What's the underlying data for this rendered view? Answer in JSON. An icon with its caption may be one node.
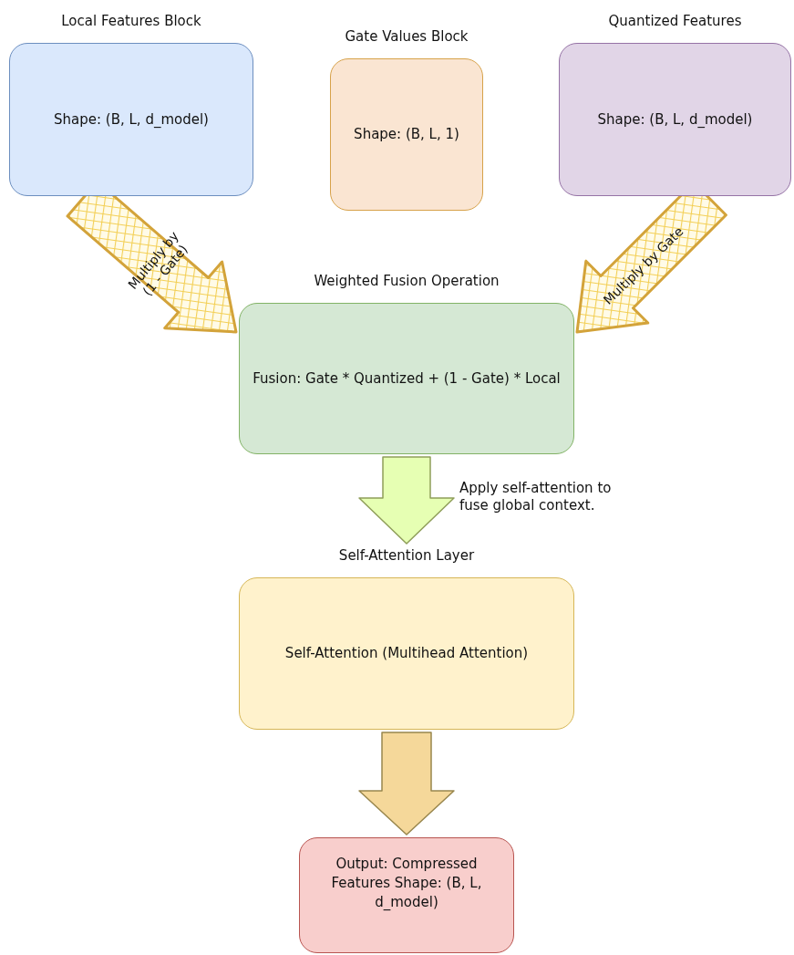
{
  "diagram": {
    "nodes": [
      {
        "text": [
          "Local Features Block",
          "Shape: (B, L, d_model)"
        ]
      },
      {
        "text": [
          "Gate Values Block",
          "Shape: (B, L, 1)"
        ]
      },
      {
        "text": [
          "Quantized Features",
          "Shape: (B, L, d_model)"
        ]
      },
      {
        "text": [
          "Weighted Fusion Operation",
          "Fusion: Gate * Quantized + (1 - Gate) * Local"
        ]
      },
      {
        "text": [
          "Self-Attention Layer",
          "Self-Attention (Multihead Attention)"
        ]
      },
      {
        "text": [
          "Output: Compressed Features Shape: (B, L, d_model)"
        ]
      }
    ],
    "edges": [
      {
        "from": 0,
        "to": 3,
        "arrow": "to",
        "label": "Multiply by (1 - Gate)"
      },
      {
        "from": 2,
        "to": 3,
        "arrow": "to",
        "label": "Multiply by Gate"
      },
      {
        "from": 3,
        "to": 4,
        "arrow": "to",
        "label": "Apply self-attention to fuse global context.",
        "color": "#e6ffb3"
      },
      {
        "from": 4,
        "to": 5,
        "arrow": "to",
        "color": "#f5d89a"
      }
    ]
  }
}
